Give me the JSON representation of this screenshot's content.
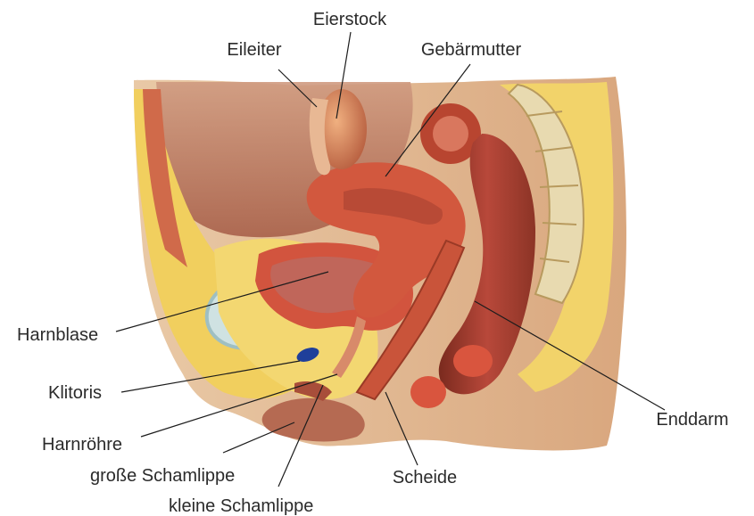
{
  "labels": {
    "eierstock": "Eierstock",
    "eileiter": "Eileiter",
    "gebaermutter": "Gebärmutter",
    "harnblase": "Harnblase",
    "klitoris": "Klitoris",
    "harnroehre": "Harnröhre",
    "grosse_schamlippe": "große Schamlippe",
    "kleine_schamlippe": "kleine Schamlippe",
    "scheide": "Scheide",
    "enddarm": "Enddarm"
  },
  "colors": {
    "skin": "#e8c4a0",
    "fat": "#f2d36a",
    "muscle": "#c9503a",
    "cavity": "#d9a48a",
    "bone": "#e9dcb3",
    "bladder_blue": "#b7d3d8",
    "clitoris_blue": "#1f3f9a"
  }
}
